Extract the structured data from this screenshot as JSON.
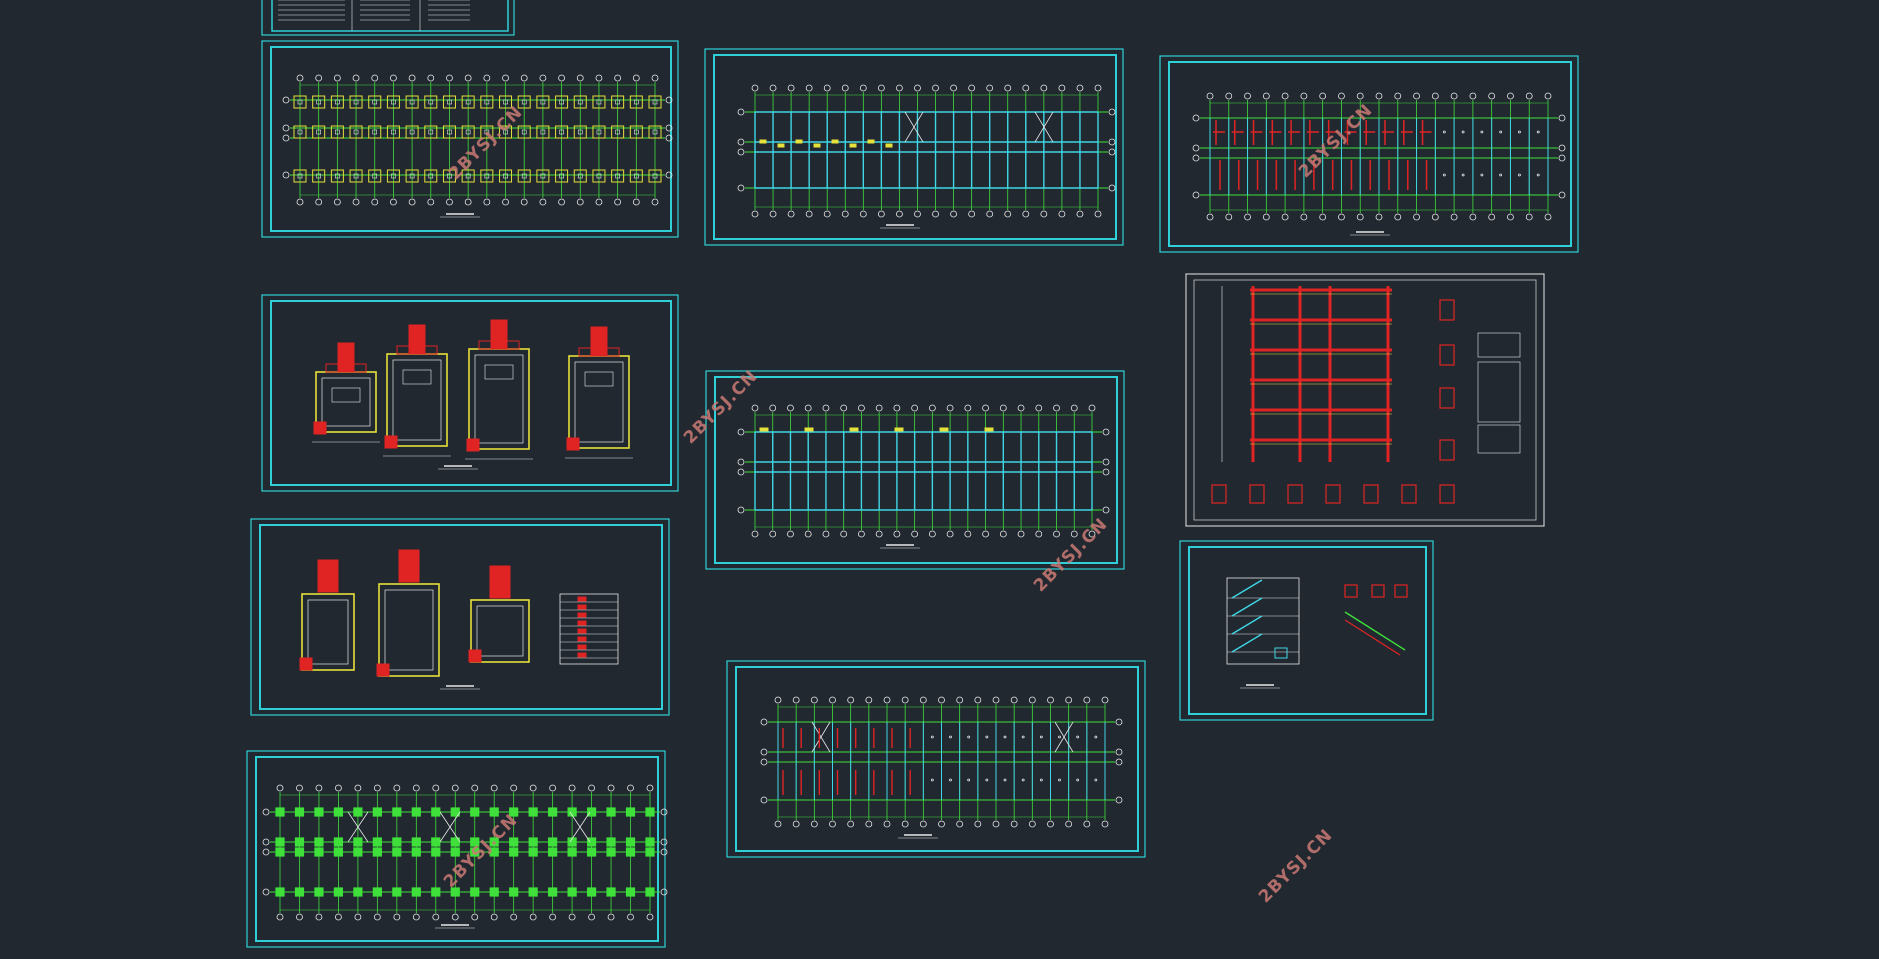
{
  "watermark": {
    "text": "2BYSJ.CN",
    "color": "#c97a74"
  },
  "colors": {
    "background": "#212830",
    "sheet_border": "#2fd0d8",
    "grid_green": "#3fe03a",
    "beam_cyan": "#3fd6e6",
    "rebar_red": "#e02424",
    "column_yellow": "#e6e03a",
    "gray_line": "#c8c8c8",
    "text_white": "#e8e8e8"
  },
  "drawing_sheets": [
    {
      "name": "sheet-design-notes",
      "kind": "notes"
    },
    {
      "name": "sheet-foundation-plan",
      "kind": "foundation"
    },
    {
      "name": "sheet-floor-beam-plan-1",
      "kind": "beam-plan"
    },
    {
      "name": "sheet-slab-reinforcement-plan-1",
      "kind": "slab-rebar"
    },
    {
      "name": "sheet-pile-cap-details-1",
      "kind": "footing-details"
    },
    {
      "name": "sheet-floor-beam-plan-2",
      "kind": "beam-plan"
    },
    {
      "name": "sheet-frame-elevation",
      "kind": "frame"
    },
    {
      "name": "sheet-pile-cap-details-2",
      "kind": "footing-details"
    },
    {
      "name": "sheet-stair-details",
      "kind": "stair"
    },
    {
      "name": "sheet-slab-reinforcement-plan-2",
      "kind": "slab-rebar"
    },
    {
      "name": "sheet-column-layout-plan",
      "kind": "column-plan"
    }
  ]
}
